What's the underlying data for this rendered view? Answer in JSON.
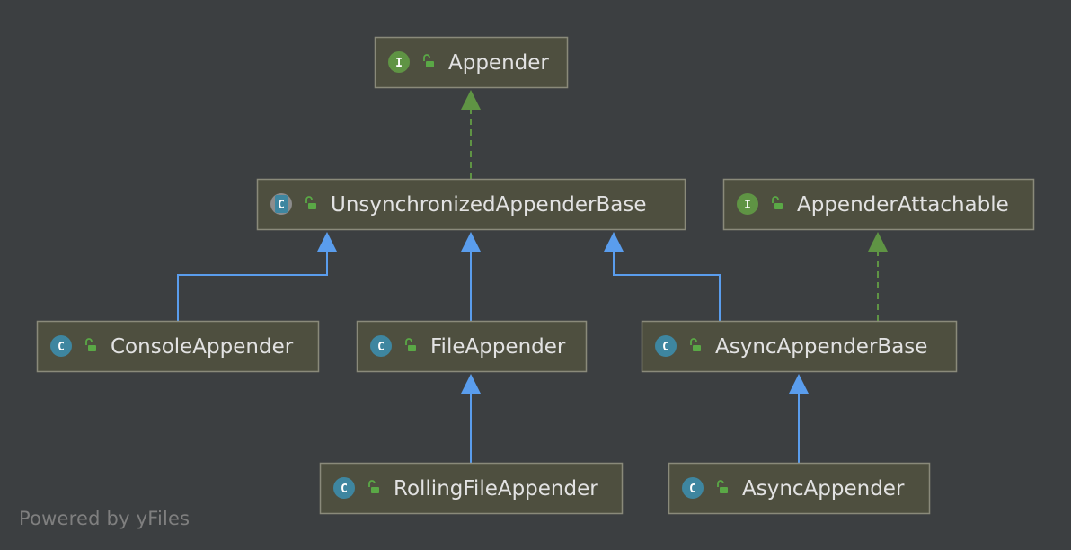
{
  "diagram": {
    "nodes": [
      {
        "id": "appender",
        "label": "Appender",
        "kind": "interface"
      },
      {
        "id": "unsync",
        "label": "UnsynchronizedAppenderBase",
        "kind": "abstract-class"
      },
      {
        "id": "attachable",
        "label": "AppenderAttachable",
        "kind": "interface"
      },
      {
        "id": "console",
        "label": "ConsoleAppender",
        "kind": "class"
      },
      {
        "id": "file",
        "label": "FileAppender",
        "kind": "class"
      },
      {
        "id": "asyncbase",
        "label": "AsyncAppenderBase",
        "kind": "class"
      },
      {
        "id": "rolling",
        "label": "RollingFileAppender",
        "kind": "class"
      },
      {
        "id": "async",
        "label": "AsyncAppender",
        "kind": "class"
      }
    ],
    "edges": [
      {
        "from": "unsync",
        "to": "appender",
        "type": "implements"
      },
      {
        "from": "console",
        "to": "unsync",
        "type": "extends"
      },
      {
        "from": "file",
        "to": "unsync",
        "type": "extends"
      },
      {
        "from": "asyncbase",
        "to": "unsync",
        "type": "extends"
      },
      {
        "from": "asyncbase",
        "to": "attachable",
        "type": "implements"
      },
      {
        "from": "rolling",
        "to": "file",
        "type": "extends"
      },
      {
        "from": "async",
        "to": "asyncbase",
        "type": "extends"
      }
    ]
  },
  "badges": {
    "interface": "I",
    "class": "C",
    "abstract-class": "C"
  },
  "colors": {
    "background": "#3c3f41",
    "node_fill": "#4e4f3f",
    "node_border": "#8a8a7a",
    "interface_badge": "#5f9444",
    "class_badge": "#3e86a0",
    "lock_icon": "#5aa846",
    "extends_edge": "#5a9ded",
    "implements_edge": "#5f9444"
  },
  "footer": {
    "text": "Powered by yFiles"
  }
}
